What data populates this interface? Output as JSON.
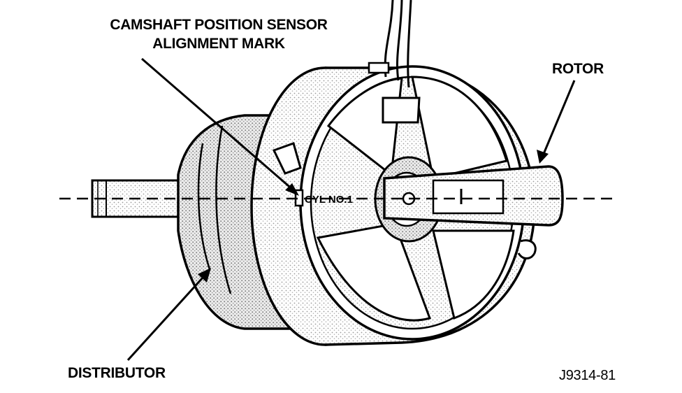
{
  "labels": {
    "camshaft_line1": "CAMSHAFT POSITION SENSOR",
    "camshaft_line2": "ALIGNMENT MARK",
    "rotor": "ROTOR",
    "distributor": "DISTRIBUTOR",
    "cylinder_mark": "CYL NO.1",
    "figure_id": "J9314-81"
  }
}
